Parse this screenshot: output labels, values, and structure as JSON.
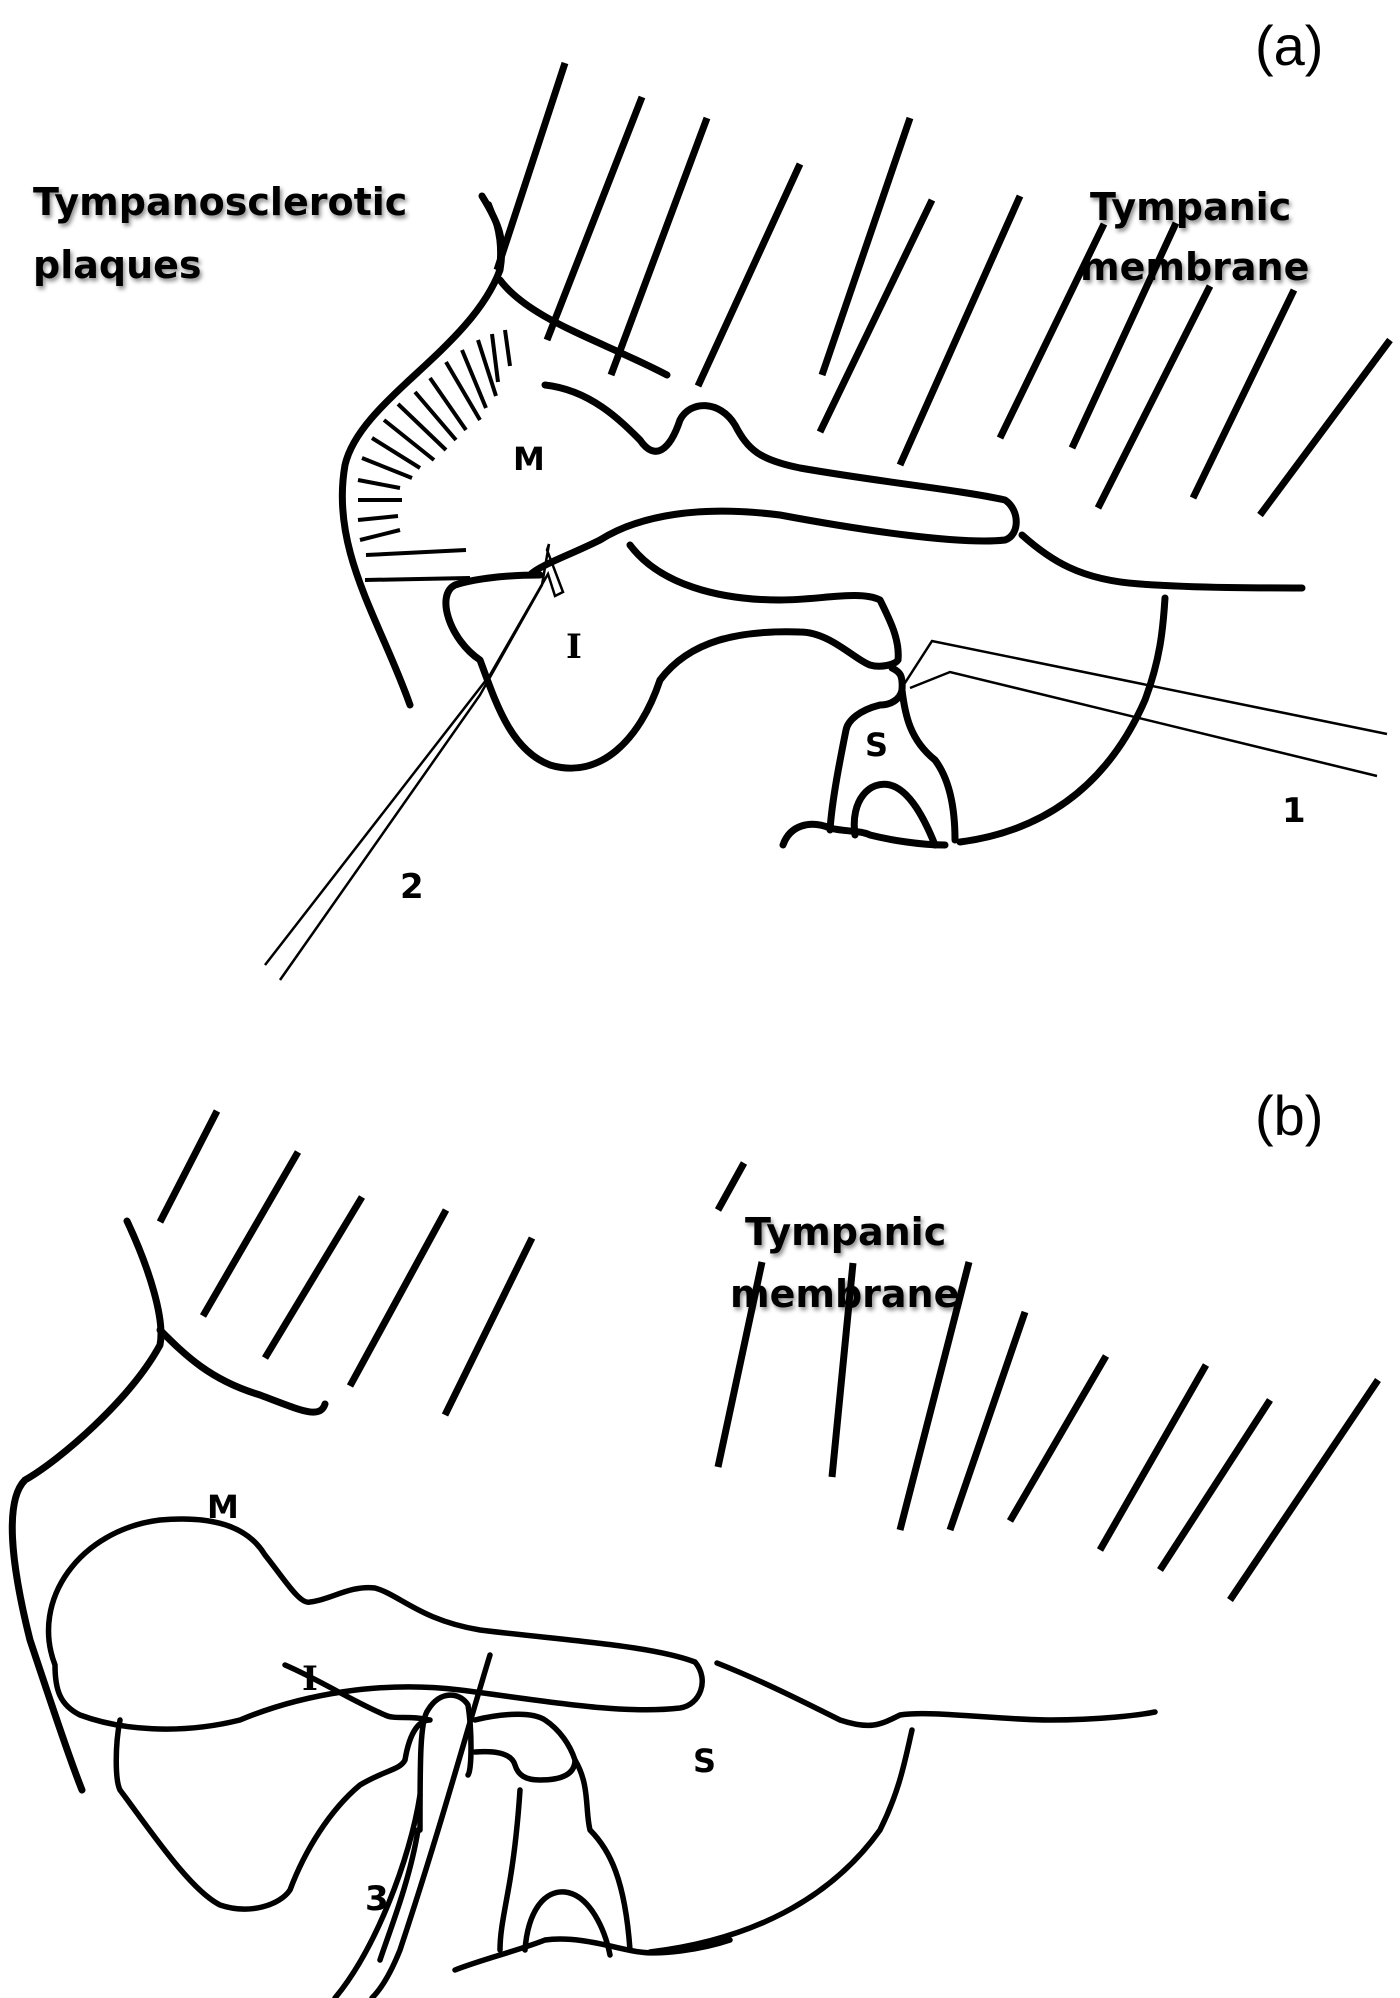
{
  "panel_a": {
    "label": "(a)",
    "annotations": {
      "plaques_line1": "Tympanosclerotic",
      "plaques_line2": "plaques",
      "membrane_line1": "Tympanic",
      "membrane_line2": "membrane"
    },
    "ossicles": {
      "malleus": "M",
      "incus": "I",
      "stapes": "S"
    },
    "instruments": {
      "one": "1",
      "two": "2"
    }
  },
  "panel_b": {
    "label": "(b)",
    "annotations": {
      "membrane_line1": "Tympanic",
      "membrane_line2": "membrane"
    },
    "ossicles": {
      "malleus": "M",
      "incus": "I",
      "stapes": "S"
    },
    "instruments": {
      "three": "3"
    }
  },
  "colors": {
    "stroke": "#000000",
    "background": "#ffffff"
  }
}
